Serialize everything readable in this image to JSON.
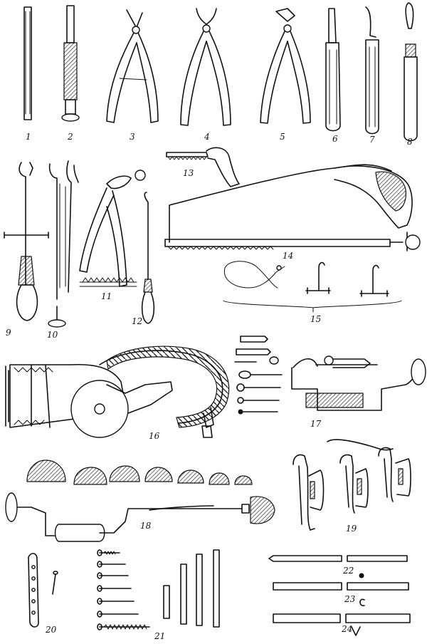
{
  "figure": {
    "labels": [
      "1",
      "2",
      "3",
      "4",
      "5",
      "6",
      "7",
      "8",
      "9",
      "10",
      "11",
      "12",
      "13",
      "14",
      "15",
      "16",
      "17",
      "18",
      "19",
      "20",
      "21",
      "22",
      "23",
      "24"
    ]
  }
}
